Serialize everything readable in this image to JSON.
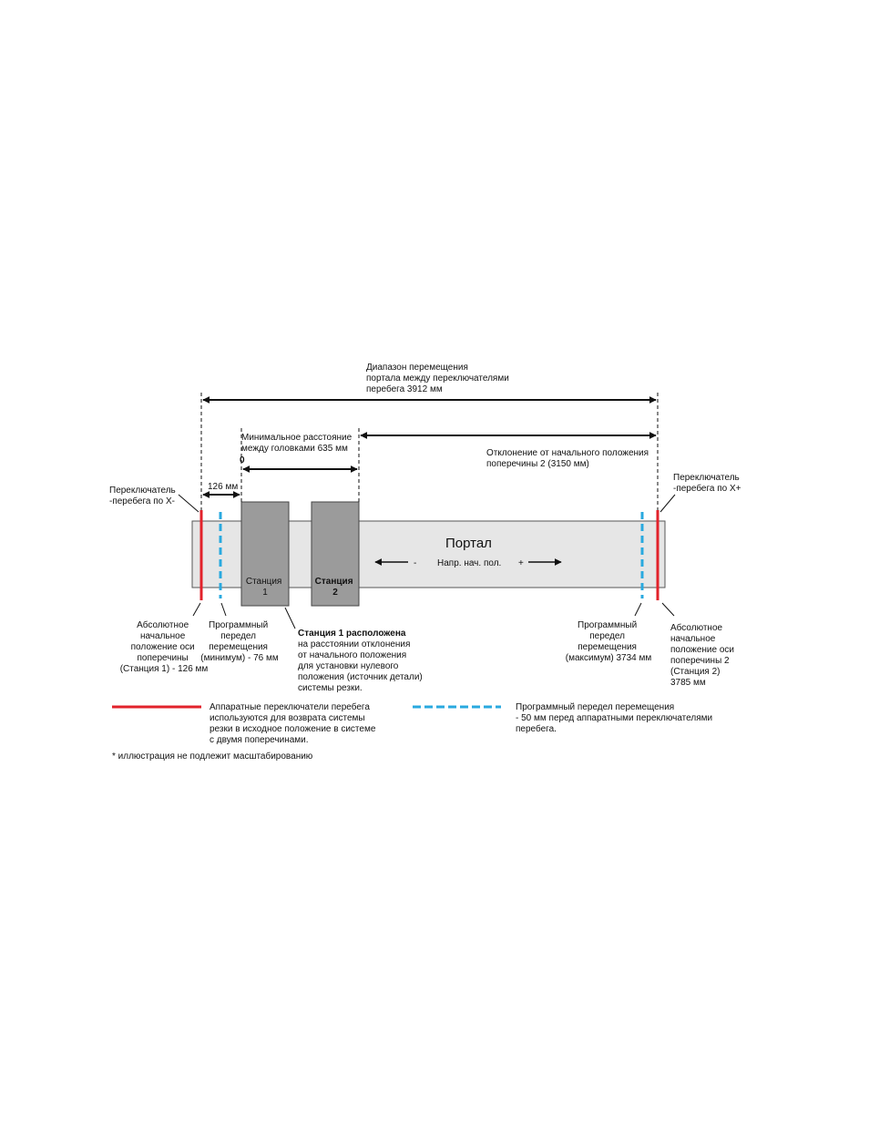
{
  "colors": {
    "hardware_switch": "#e2222b",
    "software_limit": "#29a9df",
    "gantry_fill": "#e6e6e6",
    "station_fill": "#9b9b9b"
  },
  "labels": {
    "travel_range": [
      "Диапазон перемещения",
      "портала между переключателями",
      "перебега  3912 мм"
    ],
    "min_distance": [
      "Минимальное расстояние",
      "между головками 635 мм"
    ],
    "zero": "0",
    "offset_station2": [
      "Отклонение от начального положения",
      "поперечины 2 (3150 мм)"
    ],
    "dim_126": "126 мм",
    "switch_left": [
      "Переключатель",
      "-перебега по X-"
    ],
    "switch_right": [
      "Переключатель",
      "-перебега по X+"
    ],
    "gantry": "Портал",
    "direction": "Напр. нач. пол.",
    "minus": "-",
    "plus": "+",
    "station1": [
      "Станция",
      "1"
    ],
    "station2": [
      "Станция",
      "2"
    ],
    "abs_home_1": [
      "Абсолютное",
      "начальное",
      "положение оси",
      "поперечины",
      "(Станция 1) - 126 мм"
    ],
    "soft_min": [
      "Программный",
      "передел",
      "перемещения",
      "(минимум) - 76 мм"
    ],
    "station1_note": [
      "Станция 1 расположена",
      "на расстоянии отклонения",
      "от начального положения",
      "для установки нулевого",
      "положения (источник детали)",
      "системы резки."
    ],
    "soft_max": [
      "Программный",
      "передел",
      "перемещения",
      "(максимум)  3734 мм"
    ],
    "abs_home_2": [
      "Абсолютное",
      "начальное",
      "положение оси",
      "поперечины 2",
      "(Станция 2)",
      "3785 мм"
    ]
  },
  "legend": {
    "hardware": [
      "Аппаратные переключатели перебега",
      "используются для возврата системы",
      "резки в исходное положение в системе",
      "с двумя поперечинами."
    ],
    "software": [
      "Программный передел перемещения",
      "- 50 мм перед аппаратными переключателями",
      "перебега."
    ]
  },
  "footnote": "* иллюстрация не подлежит масштабированию"
}
